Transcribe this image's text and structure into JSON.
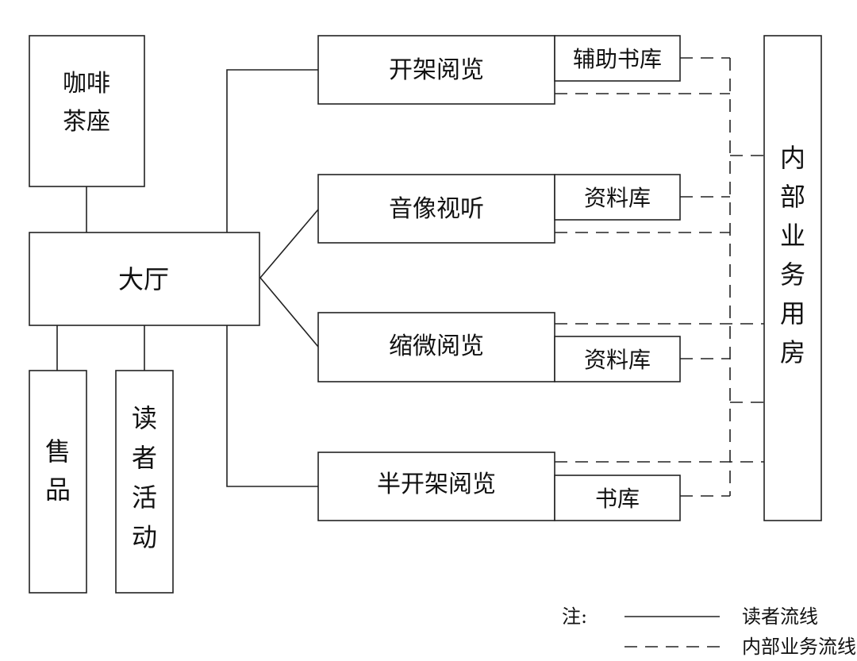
{
  "nodes": {
    "cafe_line1": "咖啡",
    "cafe_line2": "茶座",
    "lobby": "大厅",
    "shop": [
      "售",
      "品"
    ],
    "activity": [
      "读",
      "者",
      "活",
      "动"
    ],
    "open_reading": "开架阅览",
    "aux_stack": "辅助书库",
    "audio_visual": "音像视听",
    "av_archive": "资料库",
    "microfilm": "缩微阅览",
    "micro_archive": "资料库",
    "semi_open": "半开架阅览",
    "semi_stack": "书库",
    "internal": [
      "内",
      "部",
      "业",
      "务",
      "用",
      "房"
    ]
  },
  "legend": {
    "note": "注:",
    "reader_flow": "读者流线",
    "internal_flow": "内部业务流线"
  }
}
